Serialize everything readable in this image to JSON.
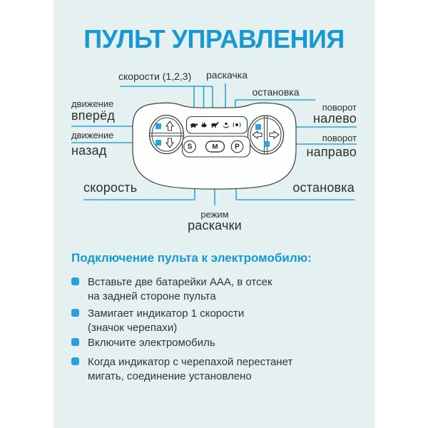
{
  "page": {
    "title": "ПУЛЬТ УПРАВЛЕНИЯ"
  },
  "diagram": {
    "labels": {
      "speeds": "скорости (1,2,3)",
      "rocking_top": "раскачка",
      "stop_top": "остановка",
      "forward_small": "движение",
      "forward_big": "вперёд",
      "backward_small": "движение",
      "backward_big": "назад",
      "turn_left_small": "поворот",
      "turn_left_big": "налево",
      "turn_right_small": "поворот",
      "turn_right_big": "направо",
      "speed_bottom": "скорость",
      "stop_bottom": "остановка",
      "rocking_mode_small": "режим",
      "rocking_mode_big": "раскачки"
    },
    "remote": {
      "buttons": {
        "s": "S",
        "m": "M",
        "p": "P"
      },
      "indicator_icons": [
        "turtle-icon",
        "rabbit-icon",
        "horse-icon",
        "rocking-icon",
        "stop-signal-icon"
      ]
    },
    "colors": {
      "accent_blue": "#1899d3",
      "callout_line": "#2aa4d9",
      "marker_blue": "#29a5da",
      "card_bg": "#e5f1f0"
    }
  },
  "connection": {
    "heading": "Подключение пульта к электромобилю:",
    "items": [
      "Вставьте две батарейки ААА, в отсек\nна задней стороне пульта",
      "Замигает индикатор 1 скорости\n(значок черепахи)",
      "Включите электромобиль",
      "Когда индикатор с черепахой перестанет\nмигать, соединение установлено"
    ]
  }
}
